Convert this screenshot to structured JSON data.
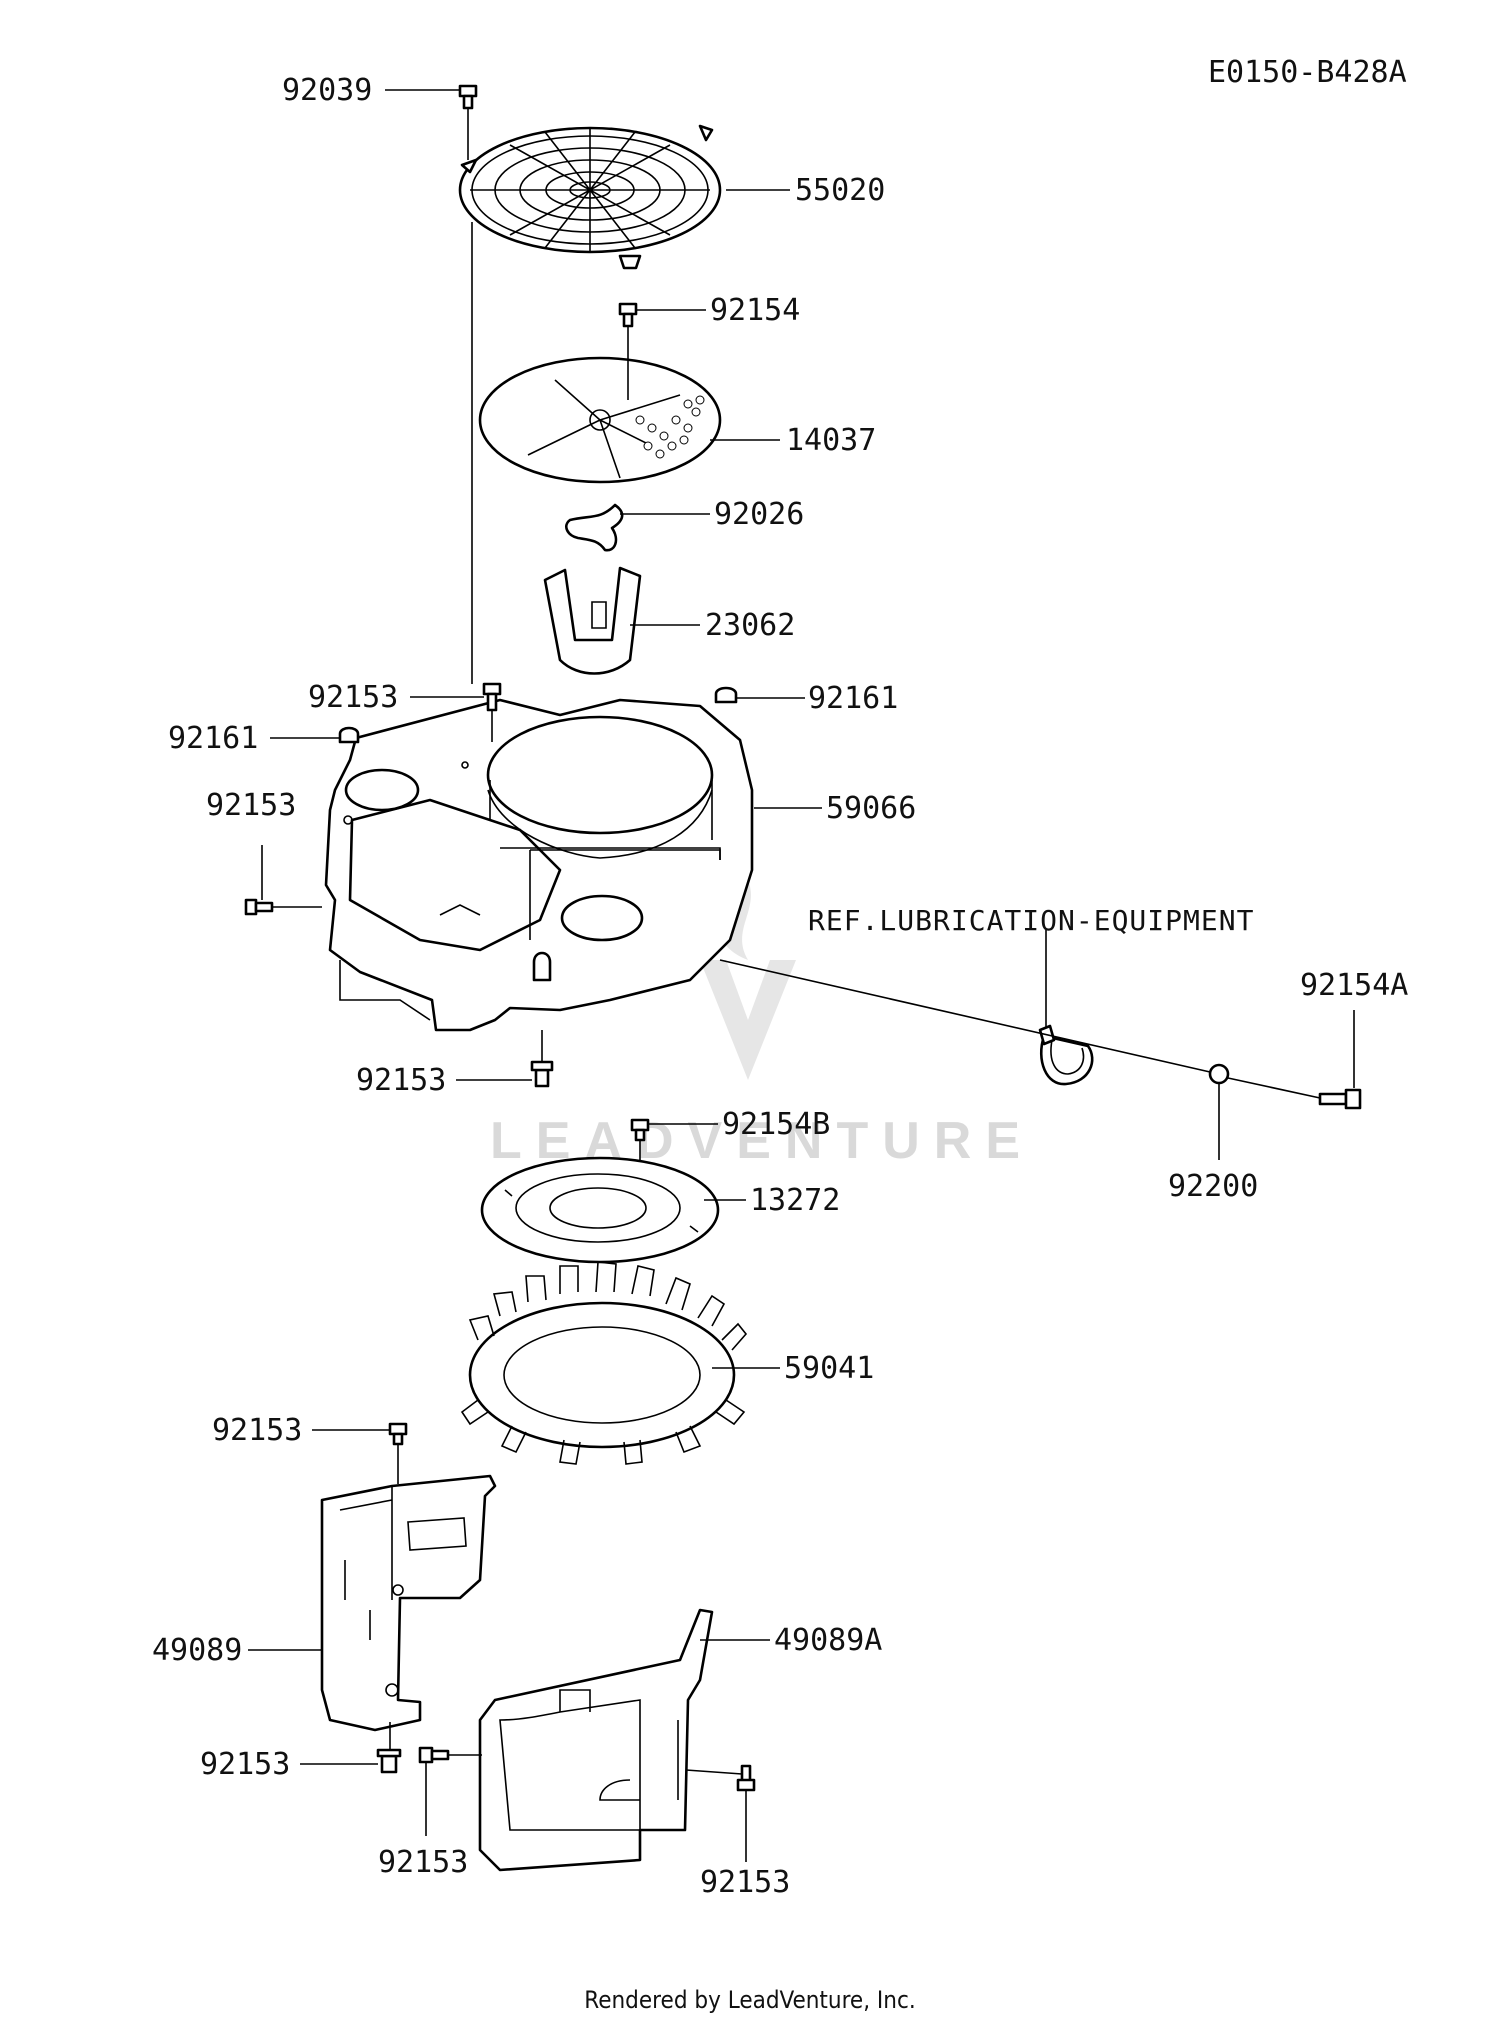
{
  "drawing_number": "E0150-B428A",
  "reference_note": "REF.LUBRICATION-EQUIPMENT",
  "watermark": "LEADVENTURE",
  "footer": "Rendered by LeadVenture, Inc.",
  "callouts": {
    "c92039": "92039",
    "c55020": "55020",
    "c92154": "92154",
    "c14037": "14037",
    "c92026": "92026",
    "c23062": "23062",
    "c92153_top": "92153",
    "c92161_right": "92161",
    "c92161_left": "92161",
    "c92153_left": "92153",
    "c59066": "59066",
    "c92154A": "92154A",
    "c92153_bottom_housing": "92153",
    "c92154B": "92154B",
    "c13272": "13272",
    "c92200": "92200",
    "c59041": "59041",
    "c92153_cover_top": "92153",
    "c49089": "49089",
    "c49089A": "49089A",
    "c92153_cover_bottom": "92153",
    "c92153_lower_left": "92153",
    "c92153_lower_right": "92153"
  }
}
